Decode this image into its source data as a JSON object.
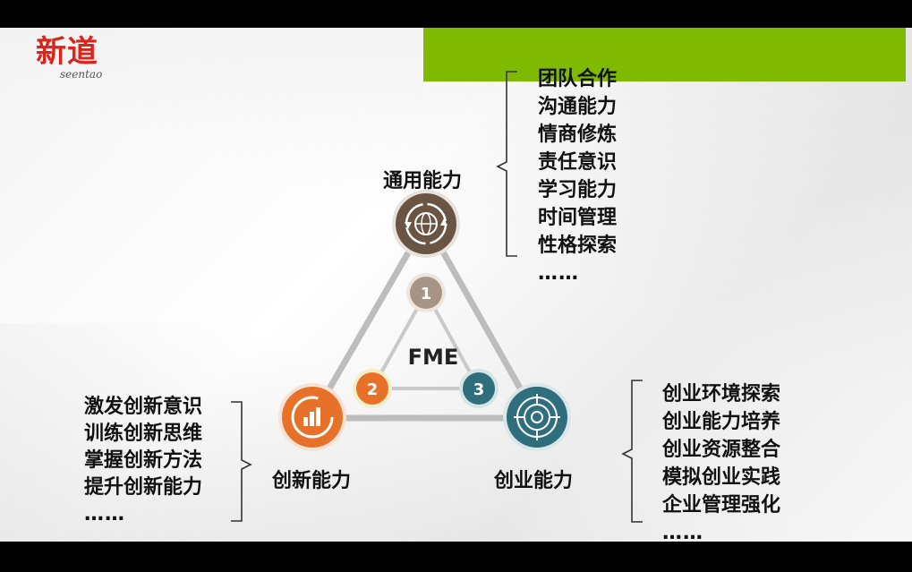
{
  "logo": {
    "cn": "新道",
    "en": "seentao"
  },
  "colors": {
    "accent_green": "#7fba00",
    "brown": "#6a5444",
    "orange": "#e8712a",
    "teal": "#2f6e7d",
    "logo_red": "#d8261c"
  },
  "center_label": "FME",
  "nodes": [
    {
      "num": "1",
      "label": "通用能力",
      "icon": "globe-cycle-icon"
    },
    {
      "num": "2",
      "label": "创新能力",
      "icon": "chart-donut-icon"
    },
    {
      "num": "3",
      "label": "创业能力",
      "icon": "target-icon"
    }
  ],
  "lists": {
    "general": [
      "团队合作",
      "沟通能力",
      "情商修炼",
      "责任意识",
      "学习能力",
      "时间管理",
      "性格探索",
      "……"
    ],
    "innovation": [
      "激发创新意识",
      "训练创新思维",
      "掌握创新方法",
      "提升创新能力",
      "……"
    ],
    "entrepreneurship": [
      "创业环境探索",
      "创业能力培养",
      "创业资源整合",
      "模拟创业实践",
      "企业管理强化",
      "……"
    ]
  }
}
